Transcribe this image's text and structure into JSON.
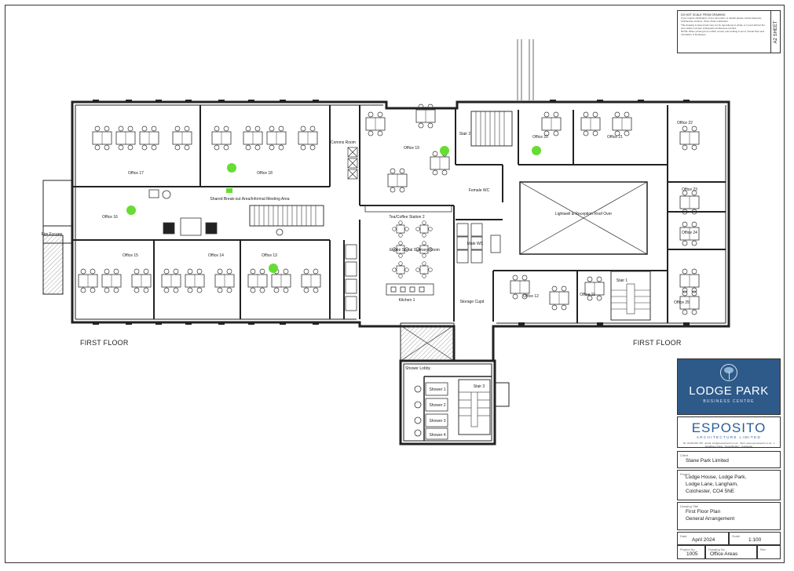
{
  "labels": {
    "floor_left": "FIRST FLOOR",
    "floor_right": "FIRST FLOOR",
    "shared_area": "Shared Break-out Area/Informal Meeting Area",
    "comms_room": "Comms Room",
    "fire_escape": "Fire Escape",
    "office_14": "Office 14",
    "office_13": "Office 13",
    "office_15": "Office 15",
    "office_16": "Office 16",
    "office_17": "Office 17",
    "office_18": "Office 18",
    "office_19": "Office 19",
    "office_20": "Office 20",
    "office_21": "Office 21",
    "office_22": "Office 22",
    "office_23": "Office 23",
    "office_24": "Office 24",
    "office_25": "Office 25",
    "office_12": "Office 12",
    "office_11": "Office 11",
    "stair_1": "Stair 1",
    "stair_2": "Stair 2",
    "stair_3": "Stair 3",
    "female_wc": "Female WC",
    "male_wc": "Male WC",
    "estate_room": "Estate Social Culinary Room",
    "tea_coffee": "Tea/Coffee Station 2",
    "kitchen": "Kitchen 1",
    "lightwell": "Lightwell & Reception Roof Over",
    "storage": "Storage Cupd",
    "shower_lobby": "Shower Lobby",
    "shower_1": "Shower 1",
    "shower_2": "Shower 2",
    "shower_3": "Shower 3",
    "shower_4": "Shower 4"
  },
  "title_block": {
    "sheet_size": "A2 SHEET",
    "notes_title": "DO NOT SCALE FROM DRAWING",
    "notes_1": "If you require clarification of any dimension or details please contact Esposito Architecture Limited - Stour Close Colchester",
    "notes_2": "This drawing is issued and may not be reproduced in whole or in part without the prior written consent of Esposito Architecture Limited",
    "notes_3": "NOTE: When printing from a PDF, ensure print scaling is set to 'Actual Size' and orientation is landscape",
    "logo_title": "LODGE PARK",
    "logo_subtitle": "BUSINESS CENTRE",
    "architect_name": "ESPOSITO",
    "architect_sub": "ARCHITECTURE LIMITED",
    "architect_contact": "Tel: 01206 842 780 · Email: info@espositoarch.co.uk · Web: www.espositoarch.co.uk · 1 Smallbone Close · Great Bentley · Colchester",
    "client_label": "Client",
    "client": "Stane Park Limited",
    "project_label": "Project",
    "project_1": "Lodge House, Lodge Park,",
    "project_2": "Lodge Lane, Langham,",
    "project_3": "Colchester, CO4 5NE",
    "drawing_title_label": "Drawing Title",
    "drawing_title_1": "First Floor Plan",
    "drawing_title_2": "General Arrangement",
    "date_label": "Date",
    "date": "April 2024",
    "scale_label": "Scale",
    "scale": "1:100",
    "project_no_label": "Project No",
    "project_no": "1005",
    "drawing_no_label": "Drawing No",
    "drawing_no": "Office Areas",
    "revision_label": "Rev"
  },
  "colors": {
    "marker": "#66dd33",
    "logo_bg": "#2e5a8a",
    "architect_blue": "#2b5d9a",
    "wall": "#222222"
  },
  "icons": {
    "north": "tree-logo-icon"
  }
}
